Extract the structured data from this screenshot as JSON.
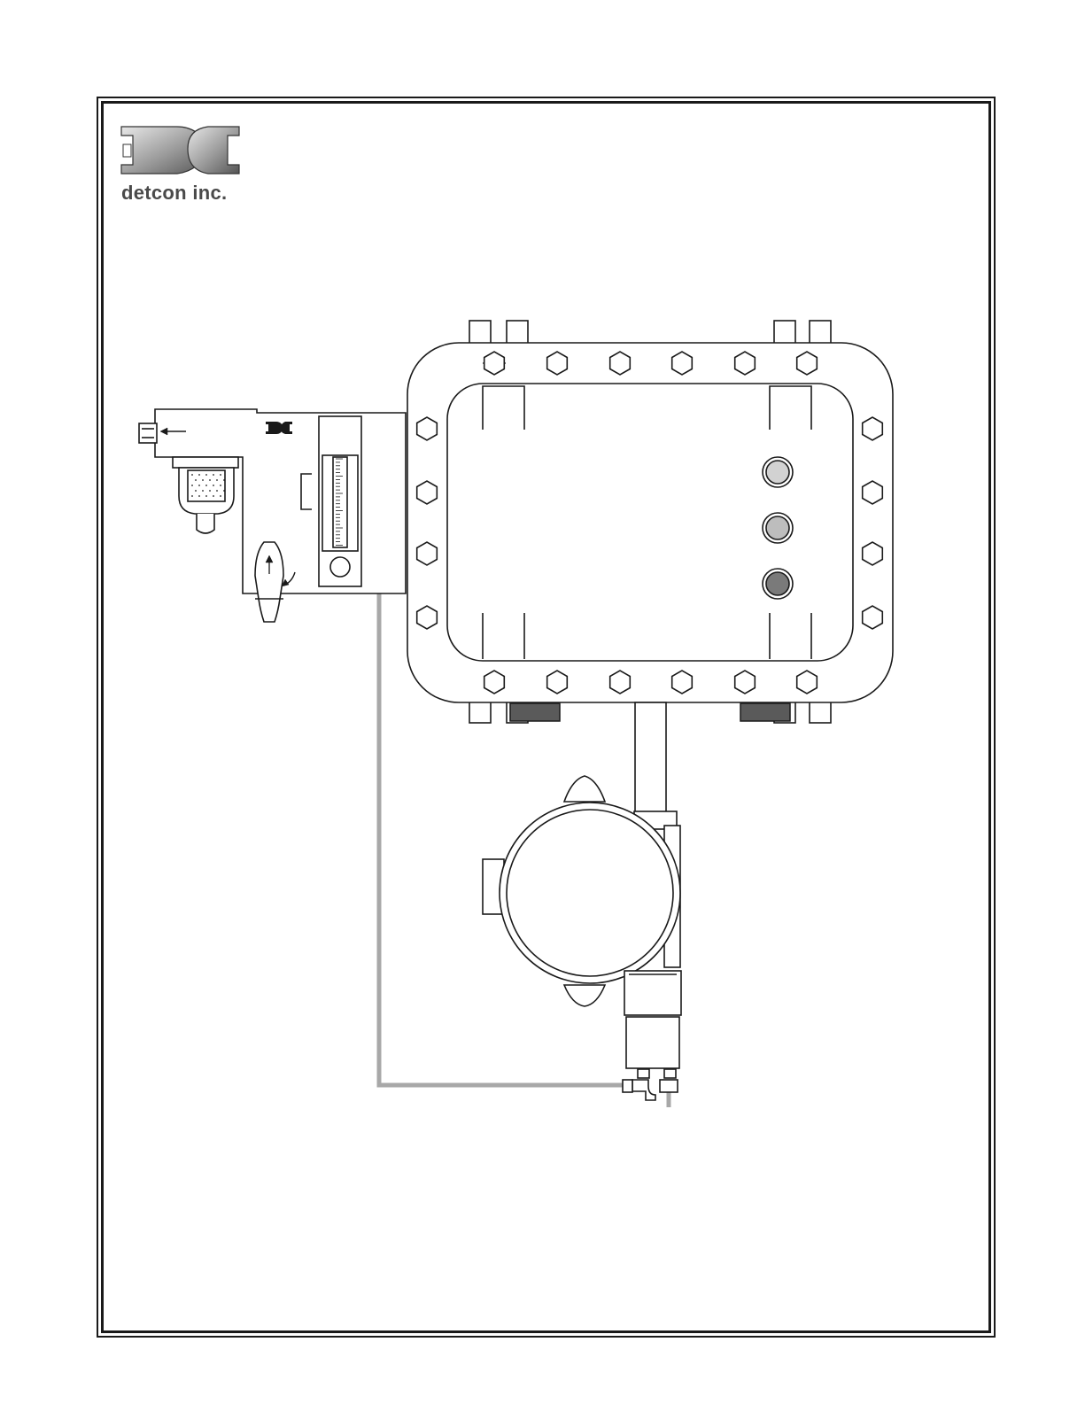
{
  "logo": {
    "wordmark": "detcon inc.",
    "icon": "detcon-dc-logo-icon"
  },
  "colors": {
    "line": "#1a1a1a",
    "tubing": "#a8a8a8",
    "lamp_top": "#d2d2d2",
    "lamp_middle": "#bdbdbd",
    "lamp_bottom": "#7a7a7a",
    "conduit_plug": "#5a5a5a"
  },
  "components": {
    "enclosure": "explosion-proof-enclosure",
    "sample_system": "sample-draw-panel",
    "sensor": "gas-sensor-housing",
    "tubing": "sample-tubing"
  }
}
